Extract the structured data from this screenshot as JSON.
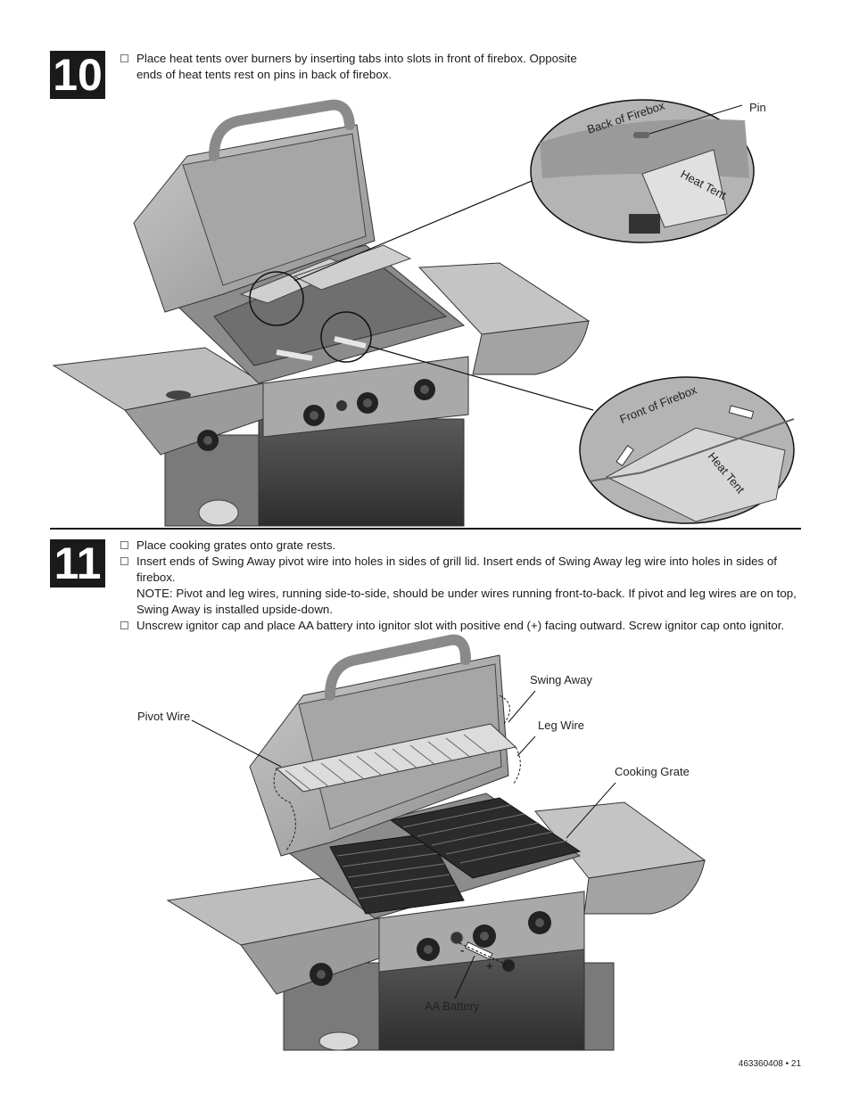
{
  "step10": {
    "number": "10",
    "lines": [
      "Place heat tents over burners by inserting tabs into slots in front of firebox. Opposite",
      "ends of heat tents rest on pins in back of firebox."
    ],
    "callouts": {
      "pin": "Pin",
      "back_of_firebox": "Back of Firebox",
      "heat_tent_top": "Heat Tent",
      "front_of_firebox": "Front of Firebox",
      "heat_tent_bottom": "Heat Tent"
    }
  },
  "step11": {
    "number": "11",
    "bullet1": "Place cooking grates onto grate rests.",
    "bullet2_lines": [
      "Insert ends of Swing Away pivot wire into holes in sides of grill lid. Insert ends of Swing Away leg wire into holes in sides of firebox.",
      "NOTE: Pivot and leg wires, running side-to-side, should be under wires running front-to-back. If pivot and leg wires are on top,",
      "Swing Away is installed upside-down."
    ],
    "bullet3": "Unscrew ignitor cap and place AA battery into ignitor slot with positive end (+) facing outward. Screw ignitor cap onto ignitor.",
    "callouts": {
      "swing_away": "Swing Away",
      "leg_wire": "Leg Wire",
      "pivot_wire": "Pivot Wire",
      "cooking_grate": "Cooking Grate",
      "aa_battery": "AA Battery",
      "minus": "-",
      "plus": "+"
    }
  },
  "footer": "463360408 • 21"
}
